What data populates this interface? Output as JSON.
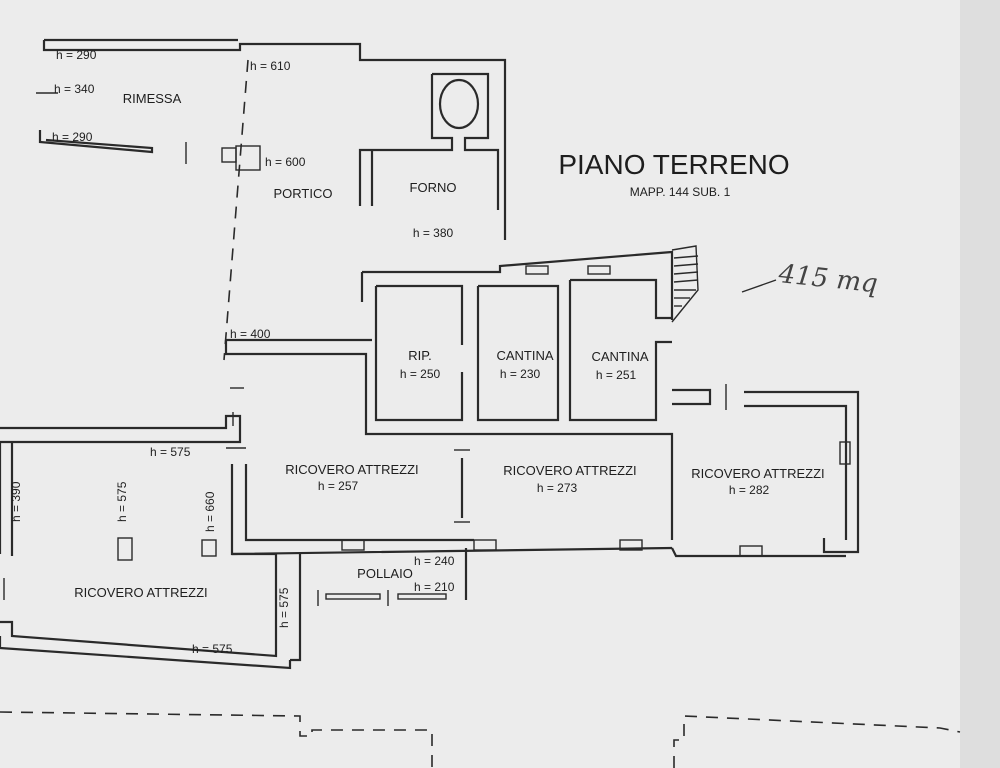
{
  "title": "PIANO TERRENO",
  "subtitle": "MAPP. 144 SUB. 1",
  "handwritten_note": "415 mq",
  "rooms": {
    "rimessa": "RIMESSA",
    "portico": "PORTICO",
    "forno": "FORNO",
    "rip": "RIP.",
    "cantina_a": "CANTINA",
    "cantina_b": "CANTINA",
    "ricovero_a": "RICOVERO ATTREZZI",
    "ricovero_b": "RICOVERO ATTREZZI",
    "ricovero_c": "RICOVERO ATTREZZI",
    "ricovero_d": "RICOVERO ATTREZZI",
    "pollaio": "POLLAIO"
  },
  "heights": {
    "h290_top": "h = 290",
    "h340": "h = 340",
    "h290_b": "h = 290",
    "h610": "h = 610",
    "h600": "h = 600",
    "h380": "h = 380",
    "h400": "h = 400",
    "h250": "h = 250",
    "h230": "h = 230",
    "h251": "h = 251",
    "h575_a": "h = 575",
    "h257": "h = 257",
    "h273": "h = 273",
    "h282": "h = 282",
    "h390_v": "h = 390",
    "h575_v1": "h = 575",
    "h660_v": "h = 660",
    "h575_v2": "h = 575",
    "h240": "h = 240",
    "h210": "h = 210",
    "h575_b": "h = 575"
  }
}
